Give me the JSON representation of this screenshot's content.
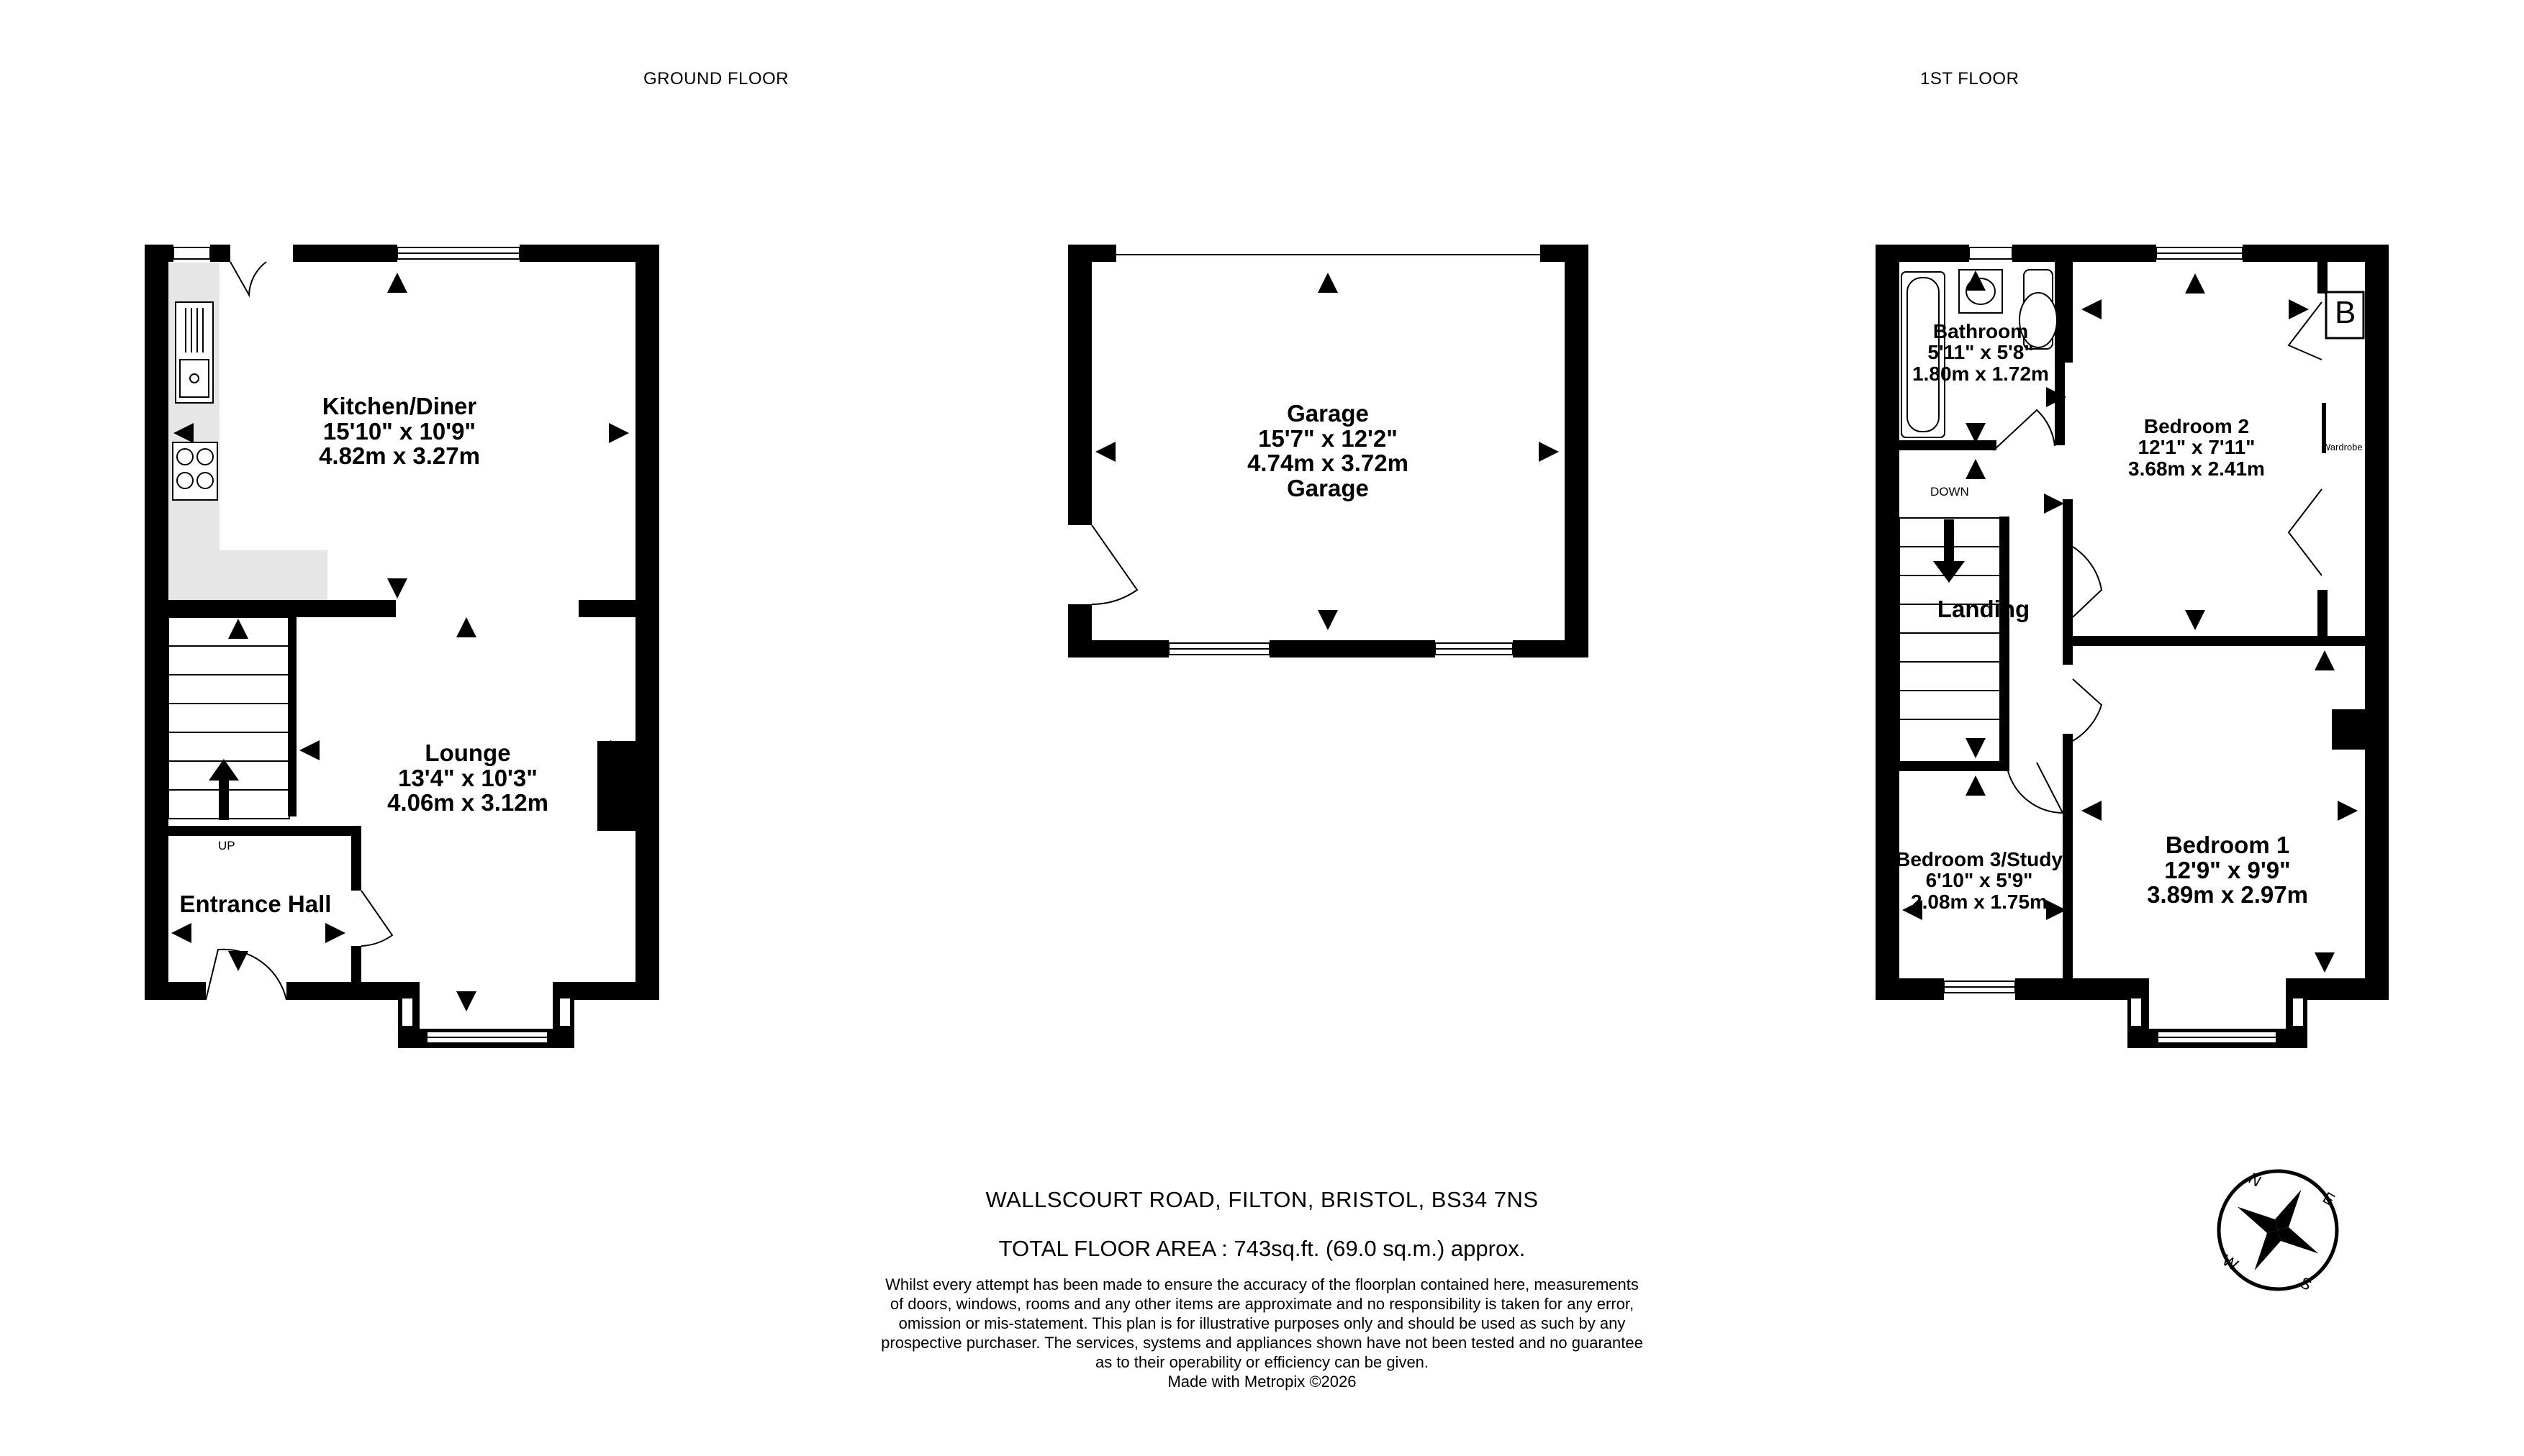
{
  "floors": {
    "ground": "GROUND FLOOR",
    "first": "1ST FLOOR"
  },
  "rooms": {
    "kitchen": {
      "name": "Kitchen/Diner",
      "imperial": "15'10\"  x 10'9\"",
      "metric": "4.82m  x 3.27m"
    },
    "lounge": {
      "name": "Lounge",
      "imperial": "13'4\"  x 10'3\"",
      "metric": "4.06m  x 3.12m"
    },
    "entrance": {
      "name": "Entrance Hall"
    },
    "garage": {
      "name": "Garage",
      "imperial": "15'7\"  x 12'2\"",
      "metric": "4.74m  x 3.72m",
      "subname": "Garage"
    },
    "bathroom": {
      "name": "Bathroom",
      "imperial": "5'11\"  x 5'8\"",
      "metric": "1.80m  x 1.72m"
    },
    "bedroom2": {
      "name": "Bedroom 2",
      "imperial": "12'1\"  x 7'11\"",
      "metric": "3.68m  x 2.41m"
    },
    "landing": {
      "name": "Landing"
    },
    "bedroom3": {
      "name": "Bedroom 3/Study",
      "imperial": "6'10\"  x 5'9\"",
      "metric": "2.08m  x 1.75m"
    },
    "bedroom1": {
      "name": "Bedroom 1",
      "imperial": "12'9\"  x 9'9\"",
      "metric": "3.89m  x 2.97m"
    }
  },
  "markers": {
    "up": "UP",
    "down": "DOWN",
    "boiler": "B",
    "wardrobe": "Wardrobe"
  },
  "footer": {
    "address": "WALLSCOURT ROAD, FILTON, BRISTOL, BS34 7NS",
    "total_area": "TOTAL FLOOR AREA : 743sq.ft. (69.0 sq.m.) approx.",
    "disclaimer": [
      "Whilst every attempt has been made to ensure the accuracy of the floorplan contained here, measurements",
      "of doors, windows, rooms and any other items are approximate and no responsibility is taken for any error,",
      "omission or mis-statement. This plan is for illustrative purposes only and should be used as such by any",
      "prospective purchaser. The services, systems and appliances shown have not been tested and no guarantee",
      "as to their operability or efficiency can be given.",
      "Made with Metropix ©2026"
    ]
  },
  "compass": {
    "n": "N",
    "e": "E",
    "s": "S",
    "w": "W"
  },
  "colors": {
    "wall": "#000000",
    "counter": "#e6e6e6",
    "window": "#ffffff"
  }
}
